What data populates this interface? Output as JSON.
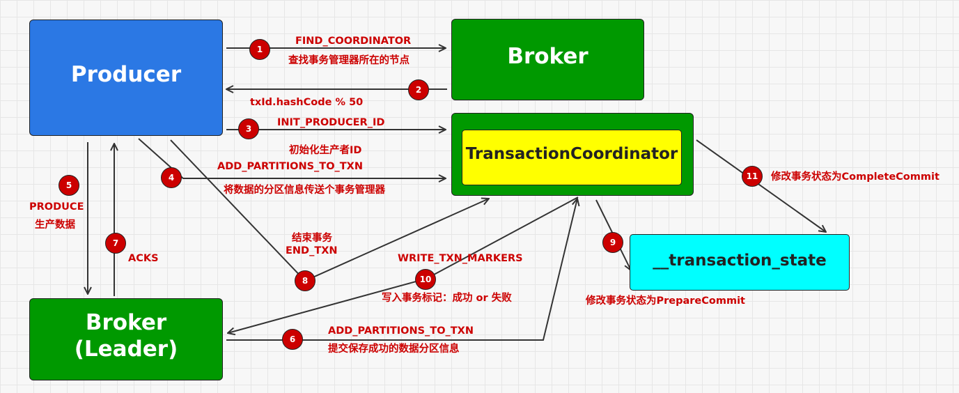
{
  "nodes": {
    "producer": "Producer",
    "broker_top": "Broker",
    "transaction_coordinator": "TransactionCoordinator",
    "broker_leader_line1": "Broker",
    "broker_leader_line2": "(Leader)",
    "transaction_state": "__transaction_state"
  },
  "steps": {
    "s1": {
      "num": "1",
      "label": "FIND_COORDINATOR",
      "desc": "查找事务管理器所在的节点"
    },
    "s2": {
      "num": "2",
      "label": "txId.hashCode % 50"
    },
    "s3": {
      "num": "3",
      "label": "INIT_PRODUCER_ID",
      "desc": "初始化生产者ID"
    },
    "s4": {
      "num": "4",
      "label": "ADD_PARTITIONS_TO_TXN",
      "desc": "将数据的分区信息传送个事务管理器"
    },
    "s5": {
      "num": "5",
      "label": "PRODUCE",
      "desc": "生产数据"
    },
    "s6": {
      "num": "6",
      "label": "ADD_PARTITIONS_TO_TXN",
      "desc": "提交保存成功的数据分区信息"
    },
    "s7": {
      "num": "7",
      "label": "ACKS"
    },
    "s8": {
      "num": "8",
      "label": "结束事务",
      "desc": "END_TXN"
    },
    "s9": {
      "num": "9",
      "label": "修改事务状态为PrepareCommit"
    },
    "s10": {
      "num": "10",
      "label": "WRITE_TXN_MARKERS",
      "desc": "写入事务标记：成功 or 失败"
    },
    "s11": {
      "num": "11",
      "label": "修改事务状态为CompleteCommit"
    }
  },
  "colors": {
    "producer": "#2b78e4",
    "broker": "#009900",
    "coordinator": "#ffff00",
    "transaction_state": "#00ffff",
    "label": "#cc0000",
    "badge": "#cc0000",
    "arrow": "#333333"
  }
}
